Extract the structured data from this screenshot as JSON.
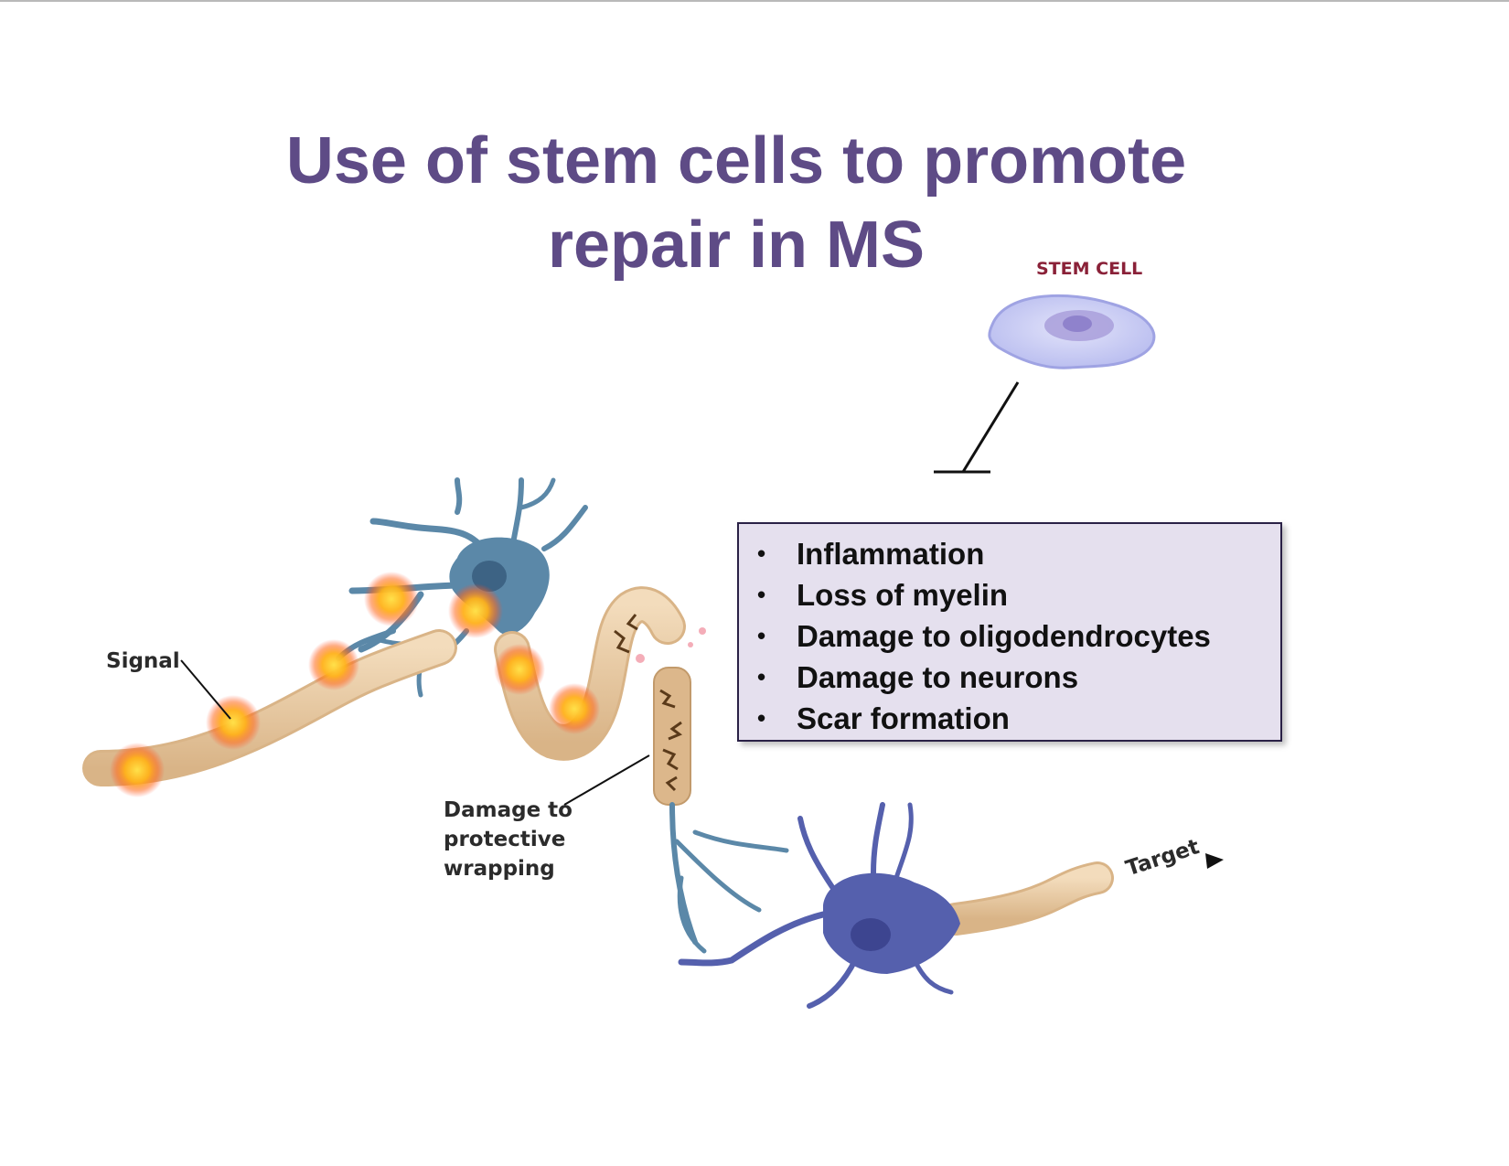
{
  "title": {
    "line1": "Use of stem cells to promote",
    "line2": "repair in MS"
  },
  "labels": {
    "stem_cell": "STEM CELL",
    "signal": "Signal",
    "damage_line1": "Damage to",
    "damage_line2": "protective",
    "damage_line3": "wrapping",
    "target": "Target"
  },
  "effects": [
    "Inflammation",
    "Loss of myelin",
    "Damage to oligodendrocytes",
    "Damage to neurons",
    "Scar formation"
  ],
  "colors": {
    "title": "#5e4b86",
    "neuron_upper": "#5b88a8",
    "neuron_lower": "#5560ad",
    "myelin": "#e8c9a0",
    "stem_cell": "#c6c8f0",
    "box_fill": "#e5e0ee"
  }
}
